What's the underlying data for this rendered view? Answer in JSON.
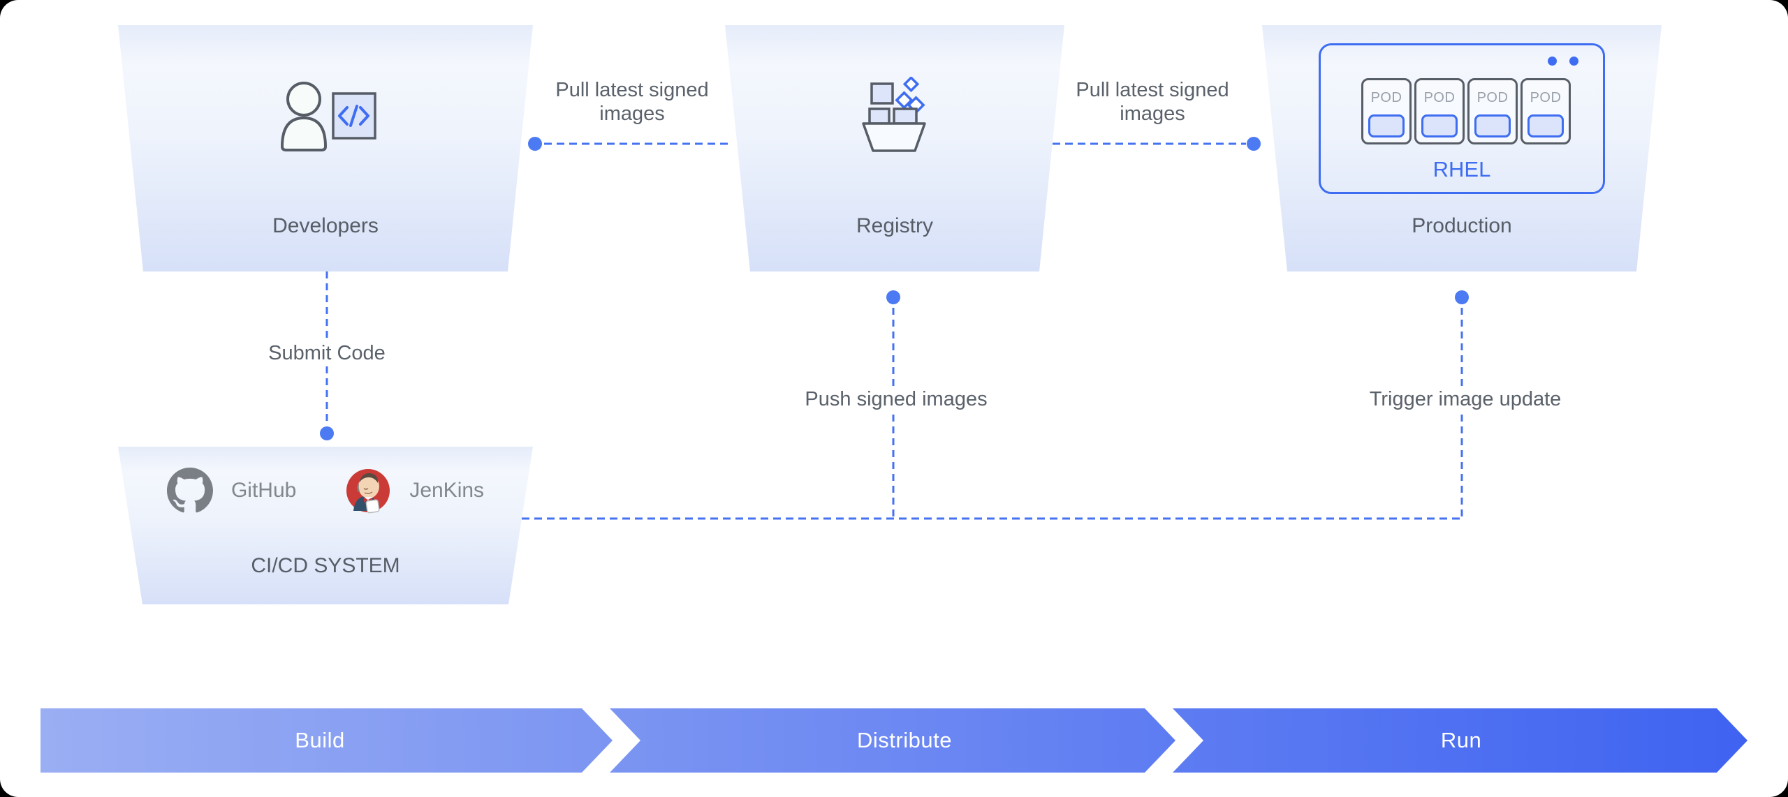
{
  "panels": {
    "developers": {
      "label": "Developers"
    },
    "registry": {
      "label": "Registry"
    },
    "production": {
      "label": "Production",
      "rhel_label": "RHEL",
      "pods": [
        "POD",
        "POD",
        "POD",
        "POD"
      ]
    },
    "cicd": {
      "label": "CI/CD SYSTEM",
      "tools": [
        {
          "name": "GitHub"
        },
        {
          "name": "JenKins"
        }
      ]
    }
  },
  "connections": {
    "dev_to_registry": "Pull latest signed images",
    "registry_to_production": "Pull latest signed images",
    "submit_code": "Submit Code",
    "push_signed": "Push signed images",
    "trigger_update": "Trigger image update"
  },
  "pipeline": {
    "stages": [
      {
        "label": "Build"
      },
      {
        "label": "Distribute"
      },
      {
        "label": "Run"
      }
    ]
  },
  "colors": {
    "accent_blue": "#3e6df2",
    "dash_blue": "#4472f1",
    "dot_blue": "#4b7af3",
    "arrow_gradient_start": "#9aaef3",
    "arrow_gradient_end": "#3f63f1",
    "label_gray": "#565d66"
  }
}
